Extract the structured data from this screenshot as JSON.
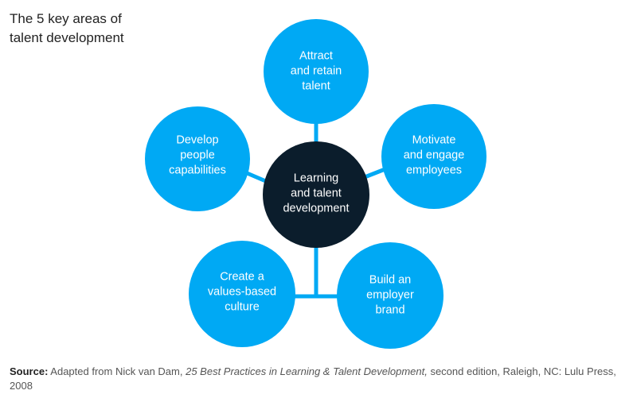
{
  "title": {
    "line1": "The 5 key areas of",
    "line2": "talent development"
  },
  "colors": {
    "outer": "#00A9F4",
    "center": "#0B1D2C",
    "connector": "#00A9F4"
  },
  "center": {
    "lines": [
      "Learning",
      "and talent",
      "development"
    ]
  },
  "nodes": [
    {
      "id": "attract",
      "lines": [
        "Attract",
        "and retain",
        "talent"
      ]
    },
    {
      "id": "develop",
      "lines": [
        "Develop",
        "people",
        "capabilities"
      ]
    },
    {
      "id": "motivate",
      "lines": [
        "Motivate",
        "and engage",
        "employees"
      ]
    },
    {
      "id": "create",
      "lines": [
        "Create a",
        "values-based",
        "culture"
      ]
    },
    {
      "id": "build",
      "lines": [
        "Build an",
        "employer",
        "brand"
      ]
    }
  ],
  "source": {
    "label": "Source:",
    "text1": " Adapted from Nick van Dam, ",
    "book": "25 Best Practices in Learning & Talent Development,",
    "text2": " second edition, Raleigh, NC: Lulu Press, 2008"
  }
}
